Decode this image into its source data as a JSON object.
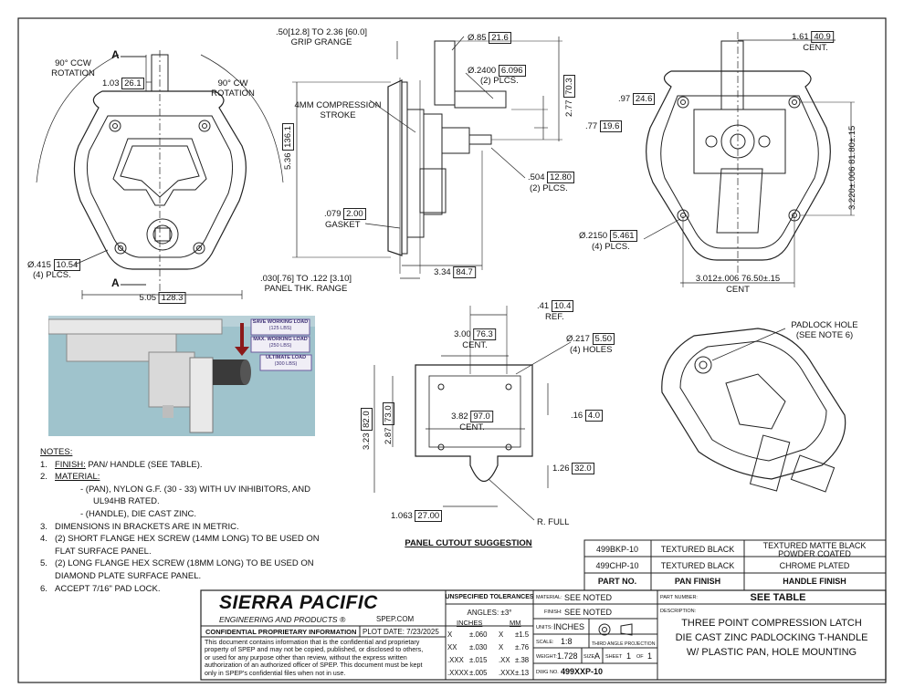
{
  "views": {
    "front": {
      "label_a_top": "A",
      "label_a_bottom": "A",
      "rot_ccw": "90° CCW",
      "rot_ccw_2": "ROTATION",
      "rot_cw": "90° CW",
      "rot_cw_2": "ROTATION",
      "dim_103": [
        "1.03",
        "26.1"
      ],
      "dim_hole": [
        "Ø.415",
        "10.54"
      ],
      "dim_hole_note": "(4) PLCS.",
      "dim_505": [
        "5.05",
        "128.3"
      ]
    },
    "side": {
      "grip_1": ".50[12.8] TO 2.36 [60.0]",
      "grip_2": "GRIP GRANGE",
      "comp_1": "4MM COMPRESSION",
      "comp_2": "STROKE",
      "dim_536": [
        "5.36",
        "136.1"
      ],
      "dim_085": [
        "Ø.85",
        "21.6"
      ],
      "dim_2400": [
        "Ø.2400",
        "6.096"
      ],
      "plcs2_a": "(2) PLCS.",
      "dim_277": [
        "2.77",
        "70.3"
      ],
      "dim_097": [
        ".97",
        "24.6"
      ],
      "dim_077": [
        ".77",
        "19.6"
      ],
      "dim_504": [
        ".504",
        "12.80"
      ],
      "plcs2_b": "(2) PLCS.",
      "dim_079": [
        ".079",
        "2.00"
      ],
      "gasket": "GASKET",
      "panel_1": ".030[.76] TO .122 [3.10]",
      "panel_2": "PANEL THK. RANGE",
      "dim_334": [
        "3.34",
        "84.7"
      ]
    },
    "rear": {
      "dim_161": [
        "1.61",
        "40.9"
      ],
      "cent": "CENT.",
      "dim_3220": "3.220±.006 81.80±.15",
      "dim_2150": [
        "Ø.2150",
        "5.461"
      ],
      "plcs4": "(4) PLCS.",
      "dim_3012": "3.012±.006 76.50±.15",
      "cent2": "CENT"
    },
    "photo": {
      "load1_a": "SAVE WORKING LOAD",
      "load1_b": "(125 LBS)",
      "load2_a": "MAX. WORKING LOAD",
      "load2_b": "(250 LBS)",
      "load3_a": "ULTIMATE LOAD",
      "load3_b": "(300 LBS)"
    },
    "cutout": {
      "dim_041": [
        ".41",
        "10.4"
      ],
      "ref": "REF.",
      "dim_300": [
        "3.00",
        "76.3"
      ],
      "cent": "CENT.",
      "dim_217": [
        "Ø.217",
        "5.50"
      ],
      "holes": "(4) HOLES",
      "dim_382": [
        "3.82",
        "97.0"
      ],
      "cent2": "CENT.",
      "dim_323": [
        "3.23",
        "82.0"
      ],
      "dim_287": [
        "2.87",
        "73.0"
      ],
      "dim_016": [
        ".16",
        "4.0"
      ],
      "dim_126": [
        "1.26",
        "32.0"
      ],
      "dim_1063": [
        "1.063",
        "27.00"
      ],
      "rfull": "R. FULL",
      "title": "PANEL CUTOUT SUGGESTION"
    },
    "iso": {
      "padlock_1": "PADLOCK HOLE",
      "padlock_2": "(SEE NOTE 6)"
    }
  },
  "notes": {
    "heading": "NOTES:",
    "items": [
      {
        "n": "1.",
        "label": "FINISH:",
        "text": " PAN/ HANDLE (SEE TABLE)."
      },
      {
        "n": "2.",
        "label": "MATERIAL:",
        "text": ""
      }
    ],
    "sub1": "- (PAN), NYLON G.F. (30 - 33) WITH UV INHIBITORS, AND",
    "sub1b": "UL94HB RATED.",
    "sub2": "- (HANDLE), DIE CAST ZINC.",
    "n3": "3.",
    "t3": "DIMENSIONS IN BRACKETS ARE IN METRIC.",
    "n4": "4.",
    "t4a": "(2) SHORT FLANGE HEX SCREW (14MM LONG) TO BE USED ON",
    "t4b": "FLAT SURFACE PANEL.",
    "n5": "5.",
    "t5a": "(2) LONG FLANGE HEX SCREW (18MM LONG) TO BE USED ON",
    "t5b": "DIAMOND PLATE SURFACE PANEL.",
    "n6": "6.",
    "t6": "ACCEPT 7/16\" PAD LOCK."
  },
  "finish_table": {
    "headers": [
      "PART NO.",
      "PAN FINISH",
      "HANDLE FINISH"
    ],
    "rows": [
      [
        "499BKP-10",
        "TEXTURED BLACK",
        "TEXTURED MATTE BLACK",
        "POWDER COATED"
      ],
      [
        "499CHP-10",
        "TEXTURED BLACK",
        "CHROME PLATED",
        ""
      ]
    ]
  },
  "title_block": {
    "company": "SIERRA PACIFIC",
    "company_sub": "ENGINEERING AND PRODUCTS",
    "reg": "®",
    "site": "SPEP.COM",
    "conf": "CONFIDENTIAL PROPRIETARY INFORMATION",
    "plot_label": "PLOT DATE:",
    "plot_date": "7/23/2025",
    "disclaimer": [
      "This document contains information that is the confidential and proprietary",
      "property of SPEP and may not be copied, published, or disclosed to others,",
      "or used for any purpose  other than review, without the express written",
      "authorization of an authorized officer of SPEP. This document must be kept",
      "only in SPEP's confidential files when not in use."
    ],
    "tol_title": "UNSPECIFIED TOLERANCES",
    "angles": "ANGLES: ±3°",
    "inches": "INCHES",
    "mm": "MM",
    "tol_rows": [
      [
        "X",
        "±.060",
        "X",
        "±1.5"
      ],
      [
        "XX",
        "±.030",
        "X",
        "±.76"
      ],
      [
        ".XXX",
        "±.015",
        ".XX",
        "±.38"
      ],
      [
        ".XXXX",
        "±.005",
        ".XXX",
        "±.13"
      ]
    ],
    "material_label": "MATERIAL:",
    "material": "SEE NOTED",
    "finish_label": "FINISH:",
    "finish": "SEE NOTED",
    "units_label": "UNITS:",
    "units": "INCHES",
    "scale_label": "SCALE:",
    "scale": "1:8",
    "projection": "THIRD ANGLE PROJECTION",
    "weight_label": "WEIGHT:",
    "weight": "1.728",
    "size_label": "SIZE:",
    "size": "A",
    "sheet_label": "SHEET",
    "sheet": "1",
    "of_label": "OF",
    "of": "1",
    "dwg_label": "DWG NO.",
    "dwg": "499XXP-10",
    "pn_label": "PART NUMBER:",
    "pn": "SEE TABLE",
    "desc_label": "DESCRIPTION:",
    "desc": [
      "THREE POINT COMPRESSION LATCH",
      "DIE CAST ZINC PADLOCKING T-HANDLE",
      "W/ PLASTIC PAN, HOLE MOUNTING"
    ]
  }
}
